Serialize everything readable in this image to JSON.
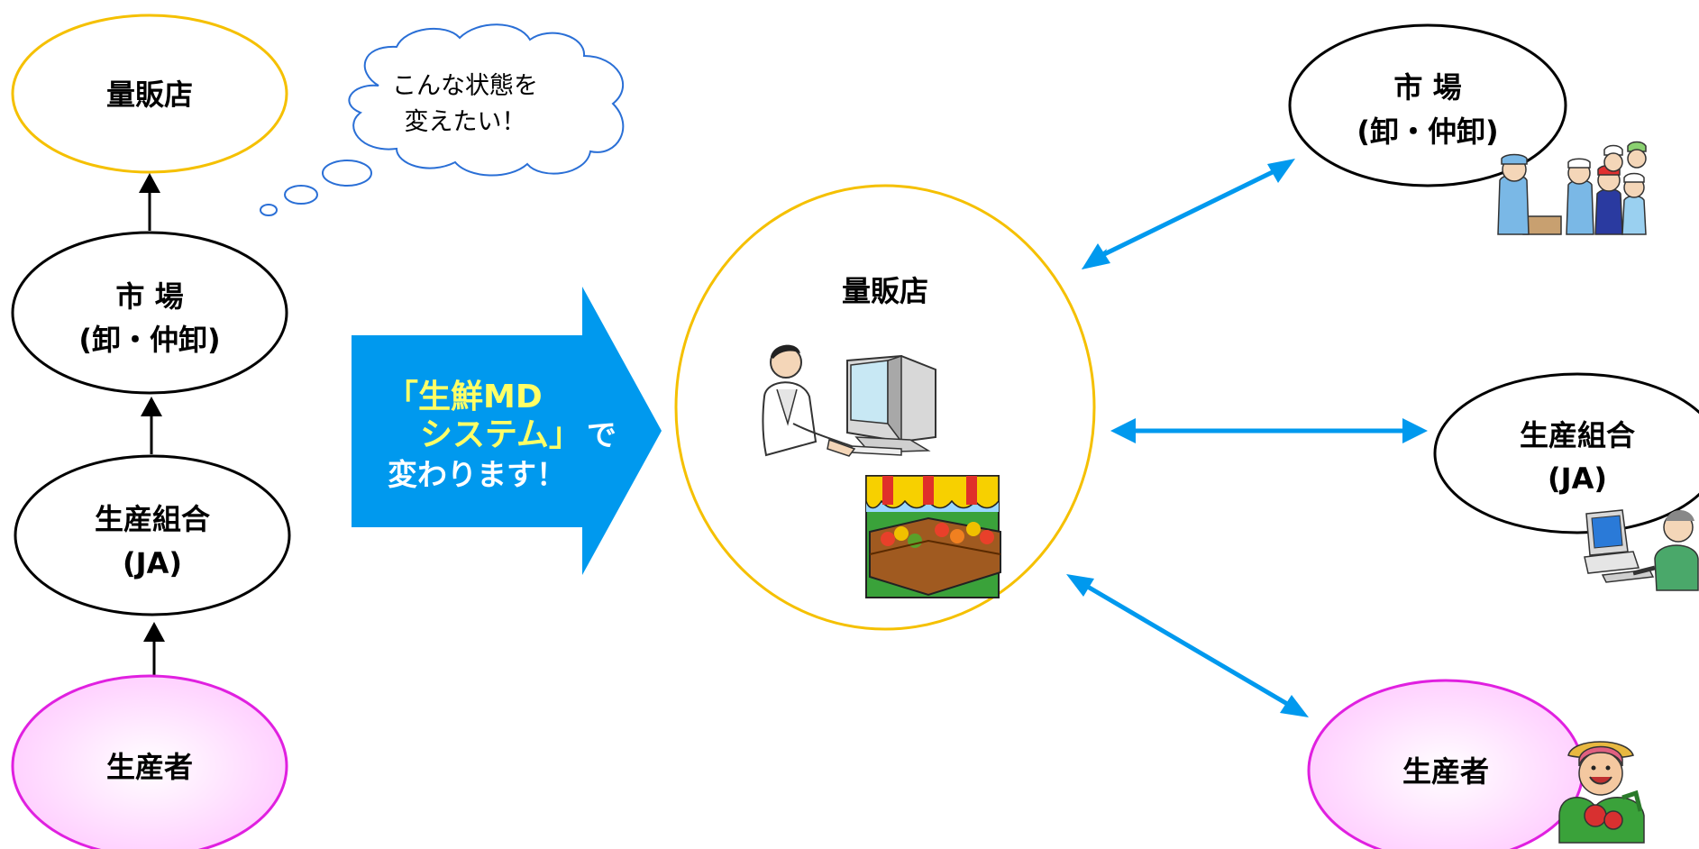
{
  "colors": {
    "yellow_outline": "#f5c000",
    "pink_outline": "#e020e0",
    "pink_fill": "#ffd0ff",
    "arrow_blue": "#0099ee",
    "cloud_outline": "#2a6fd6",
    "big_arrow_yellow": "#ffff66"
  },
  "left_chain": {
    "retailer": "量販店",
    "market_line1": "市 場",
    "market_line2": "(卸・仲卸)",
    "coop_line1": "生産組合",
    "coop_line2": "(JA)",
    "producer": "生産者"
  },
  "thought_bubble": {
    "line1": "こんな状態を",
    "line2": "変えたい！"
  },
  "big_arrow": {
    "line1": "「生鮮MD",
    "line2_highlight": "システム」",
    "line2_tail": "で",
    "line3": "変わります！"
  },
  "hub": {
    "label": "量販店",
    "icons": [
      "person-at-computer-icon",
      "produce-stand-icon"
    ]
  },
  "right_nodes": {
    "market_line1": "市 場",
    "market_line2": "(卸・仲卸)",
    "coop_line1": "生産組合",
    "coop_line2": "(JA)",
    "producer": "生産者",
    "icons": [
      "market-workers-icon",
      "farmer-at-computer-icon",
      "farmer-with-vegetables-icon"
    ]
  }
}
